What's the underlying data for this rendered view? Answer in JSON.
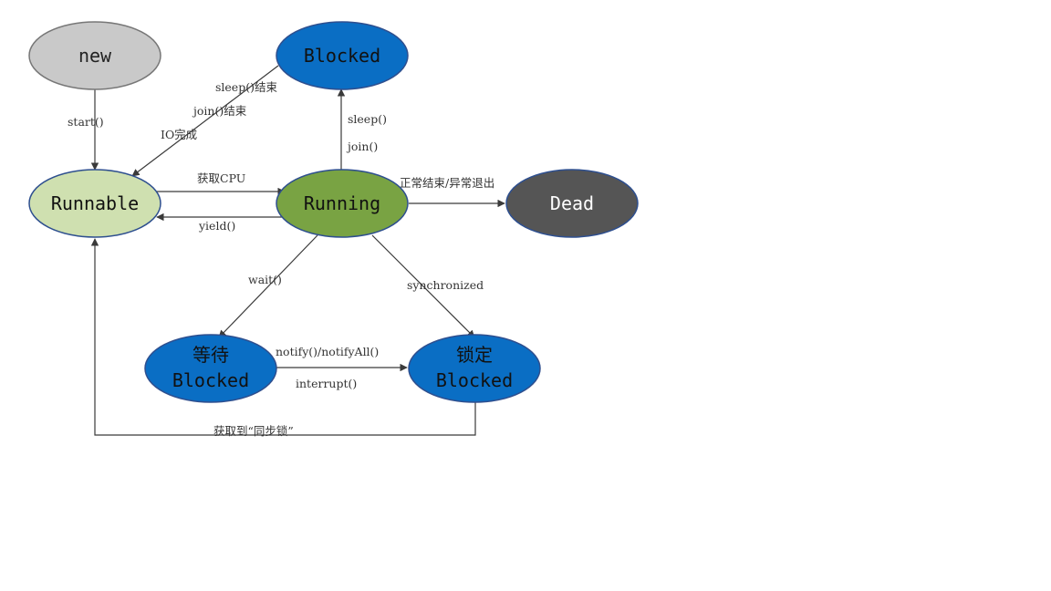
{
  "colors": {
    "gray": "#c9c9c9",
    "blue": "#0a6ec4",
    "light_green": "#cfe0b0",
    "green": "#79a343",
    "dark": "#555555",
    "outline": "#2e4f8f",
    "edge": "#3a3a3a"
  },
  "nodes": {
    "new": {
      "label": "new"
    },
    "blocked_top": {
      "label": "Blocked"
    },
    "runnable": {
      "label": "Runnable"
    },
    "running": {
      "label": "Running"
    },
    "dead": {
      "label": "Dead"
    },
    "waiting": {
      "line1": "等待",
      "line2": "Blocked"
    },
    "locked": {
      "line1": "锁定",
      "line2": "Blocked"
    }
  },
  "edges": {
    "start": "start()",
    "sleep_end": "sleep()结束",
    "join_end": "join()结束",
    "io_done": "IO完成",
    "sleep": "sleep()",
    "join": "join()",
    "get_cpu": "获取CPU",
    "yield": "yield()",
    "normal_end": "正常结束/异常退出",
    "wait": "wait()",
    "synchronized": "synchronized",
    "notify": "notify()/notifyAll()",
    "interrupt": "interrupt()",
    "get_lock": "获取到“同步锁”"
  }
}
